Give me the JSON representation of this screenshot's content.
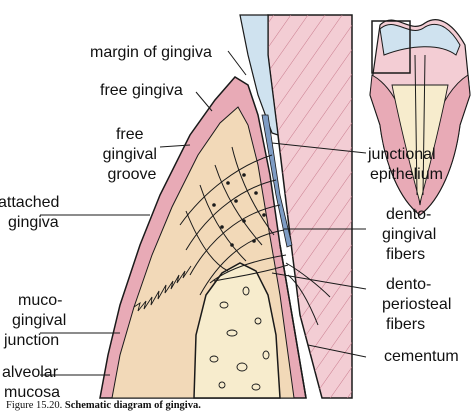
{
  "labels": {
    "margin_of_gingiva": "margin of gingiva",
    "free_gingiva": "free gingiva",
    "free_gingival_groove": [
      "free",
      "gingival",
      "groove"
    ],
    "attached_gingiva": [
      "attached",
      "gingiva"
    ],
    "mucogingival_junction": [
      "muco-",
      "gingival",
      "junction"
    ],
    "alveolar_mucosa": [
      "alveolar",
      "mucosa"
    ],
    "junctional_epithelium": [
      "junctional",
      "epithelium"
    ],
    "dentogingival_fibers": [
      "dento-",
      "gingival",
      "fibers"
    ],
    "dentoperiosteal_fibers": [
      "dento-",
      "periosteal",
      "fibers"
    ],
    "cementum": "cementum"
  },
  "caption": {
    "number": "Figure 15.20.",
    "title": "Schematic diagram of gingiva."
  },
  "colors": {
    "gingiva_pink": "#e8aab6",
    "connective_tan": "#f2d9b8",
    "bone": "#f7eccd",
    "tooth_pink": "#f3cdd4",
    "enamel_blue": "#cfe2ef",
    "epithelium_blue": "#7e9cc4",
    "outline": "#1a1a1a"
  }
}
